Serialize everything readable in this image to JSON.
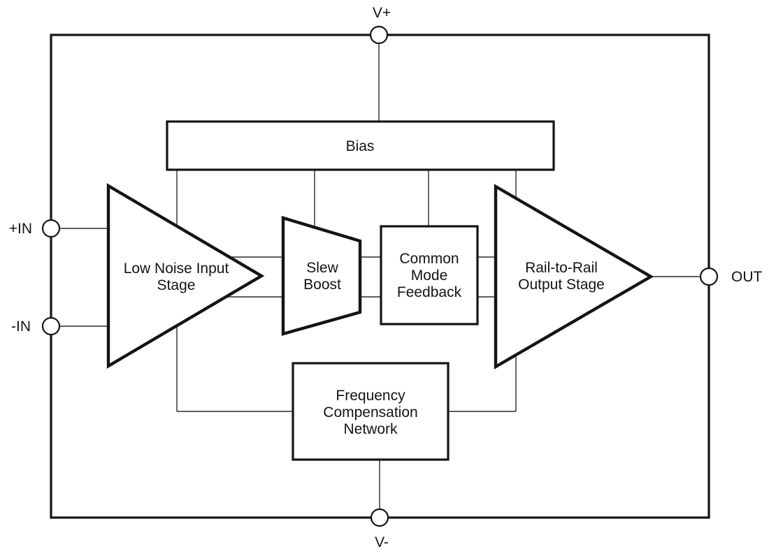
{
  "diagram": {
    "kind": "amplifier-functional-block-diagram"
  },
  "terminals": {
    "v_plus": "V+",
    "v_minus": "V-",
    "in_plus": "+IN",
    "in_minus": "-IN",
    "out": "OUT"
  },
  "blocks": {
    "bias": {
      "label": "Bias"
    },
    "input_stage": {
      "line1": "Low Noise Input",
      "line2": "Stage"
    },
    "slew_boost": {
      "line1": "Slew",
      "line2": "Boost"
    },
    "common_mode_feedback": {
      "line1": "Common",
      "line2": "Mode",
      "line3": "Feedback"
    },
    "output_stage": {
      "line1": "Rail-to-Rail",
      "line2": "Output Stage"
    },
    "frequency_compensation": {
      "line1": "Frequency",
      "line2": "Compensation",
      "line3": "Network"
    }
  },
  "colors": {
    "background": "#ffffff",
    "line": "#141414",
    "wire": "#2b2b2b",
    "shape_fill": "#ffffff",
    "text": "#141414"
  }
}
